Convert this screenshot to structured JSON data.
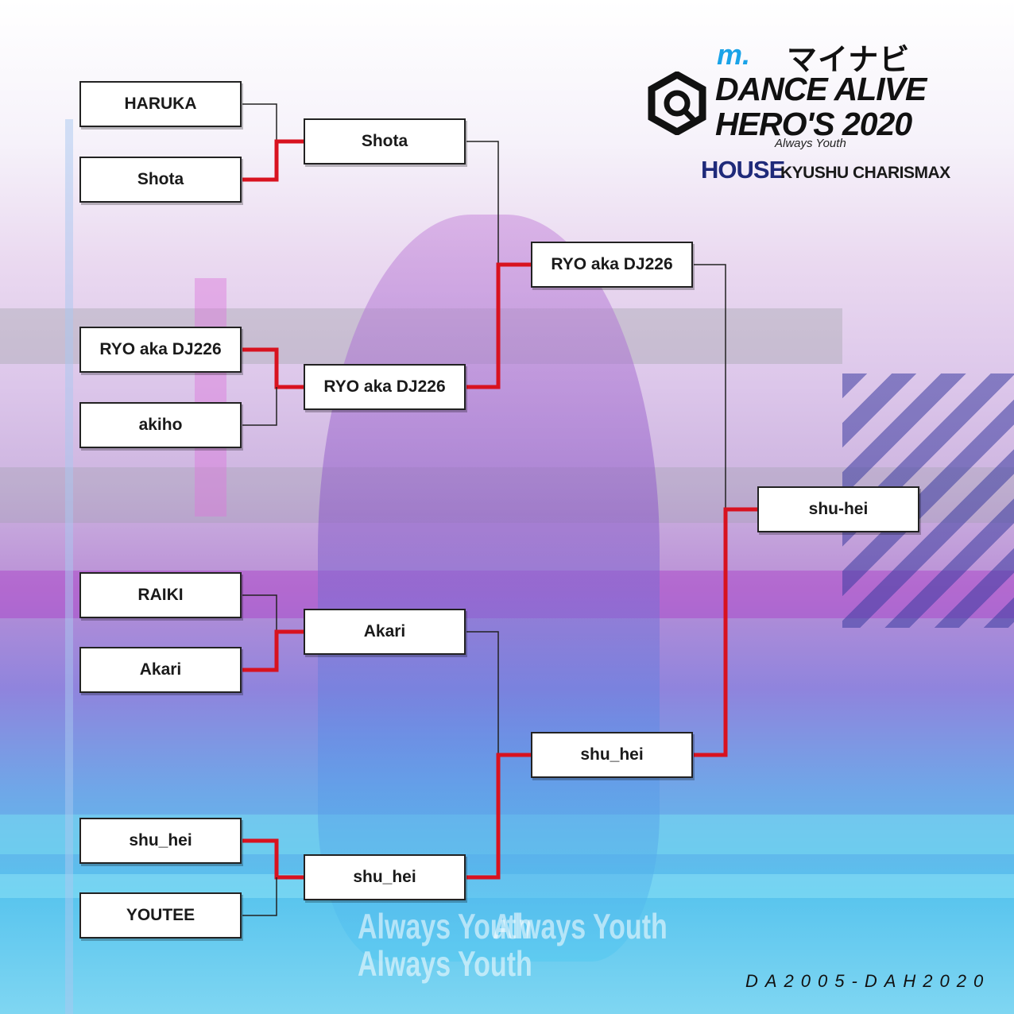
{
  "header": {
    "brand_jp": "マイナビ",
    "brand_mark": "m.",
    "event_line1": "DANCE ALIVE",
    "event_line2": "HERO'S 2020",
    "tagline": "Always Youth",
    "genre": "HOUSE",
    "area": "KYUSHU CHARISMAX"
  },
  "bracket": {
    "round1": [
      "HARUKA",
      "Shota",
      "RYO aka DJ226",
      "akiho",
      "RAIKI",
      "Akari",
      "shu_hei",
      "YOUTEE"
    ],
    "round2": [
      "Shota",
      "RYO aka DJ226",
      "Akari",
      "shu_hei"
    ],
    "semifinal": [
      "RYO aka DJ226",
      "shu_hei"
    ],
    "winner": "shu-hei"
  },
  "watermark": [
    "Always Youth",
    "Always Youth",
    "Always Youth"
  ],
  "footer": {
    "code": "DA2005-DAH2020"
  },
  "colors": {
    "winner_line": "#d8121f",
    "loser_line": "#222222",
    "genre": "#1f2a7a",
    "brand_blue": "#1aa3e8"
  }
}
